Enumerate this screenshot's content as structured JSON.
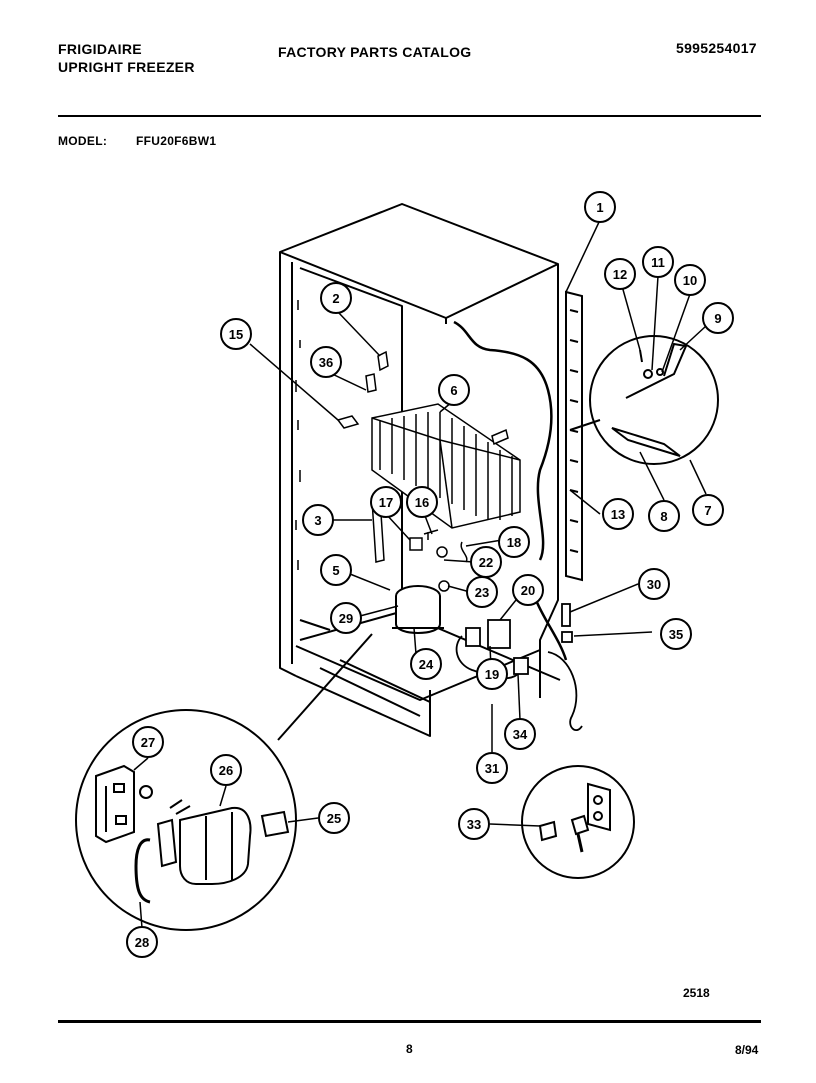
{
  "header": {
    "brand_line1": "FRIGIDAIRE",
    "brand_line2": "UPRIGHT FREEZER",
    "catalog_title": "FACTORY PARTS CATALOG",
    "catalog_number": "5995254017"
  },
  "model": {
    "label": "MODEL:",
    "value": "FFU20F6BW1"
  },
  "footer": {
    "figure_number": "2518",
    "page_number": "8",
    "date": "8/94"
  },
  "callouts": [
    "1",
    "2",
    "3",
    "5",
    "6",
    "7",
    "8",
    "9",
    "10",
    "11",
    "12",
    "13",
    "15",
    "16",
    "17",
    "18",
    "19",
    "20",
    "22",
    "23",
    "24",
    "25",
    "26",
    "27",
    "28",
    "29",
    "30",
    "31",
    "33",
    "34",
    "35",
    "36"
  ]
}
